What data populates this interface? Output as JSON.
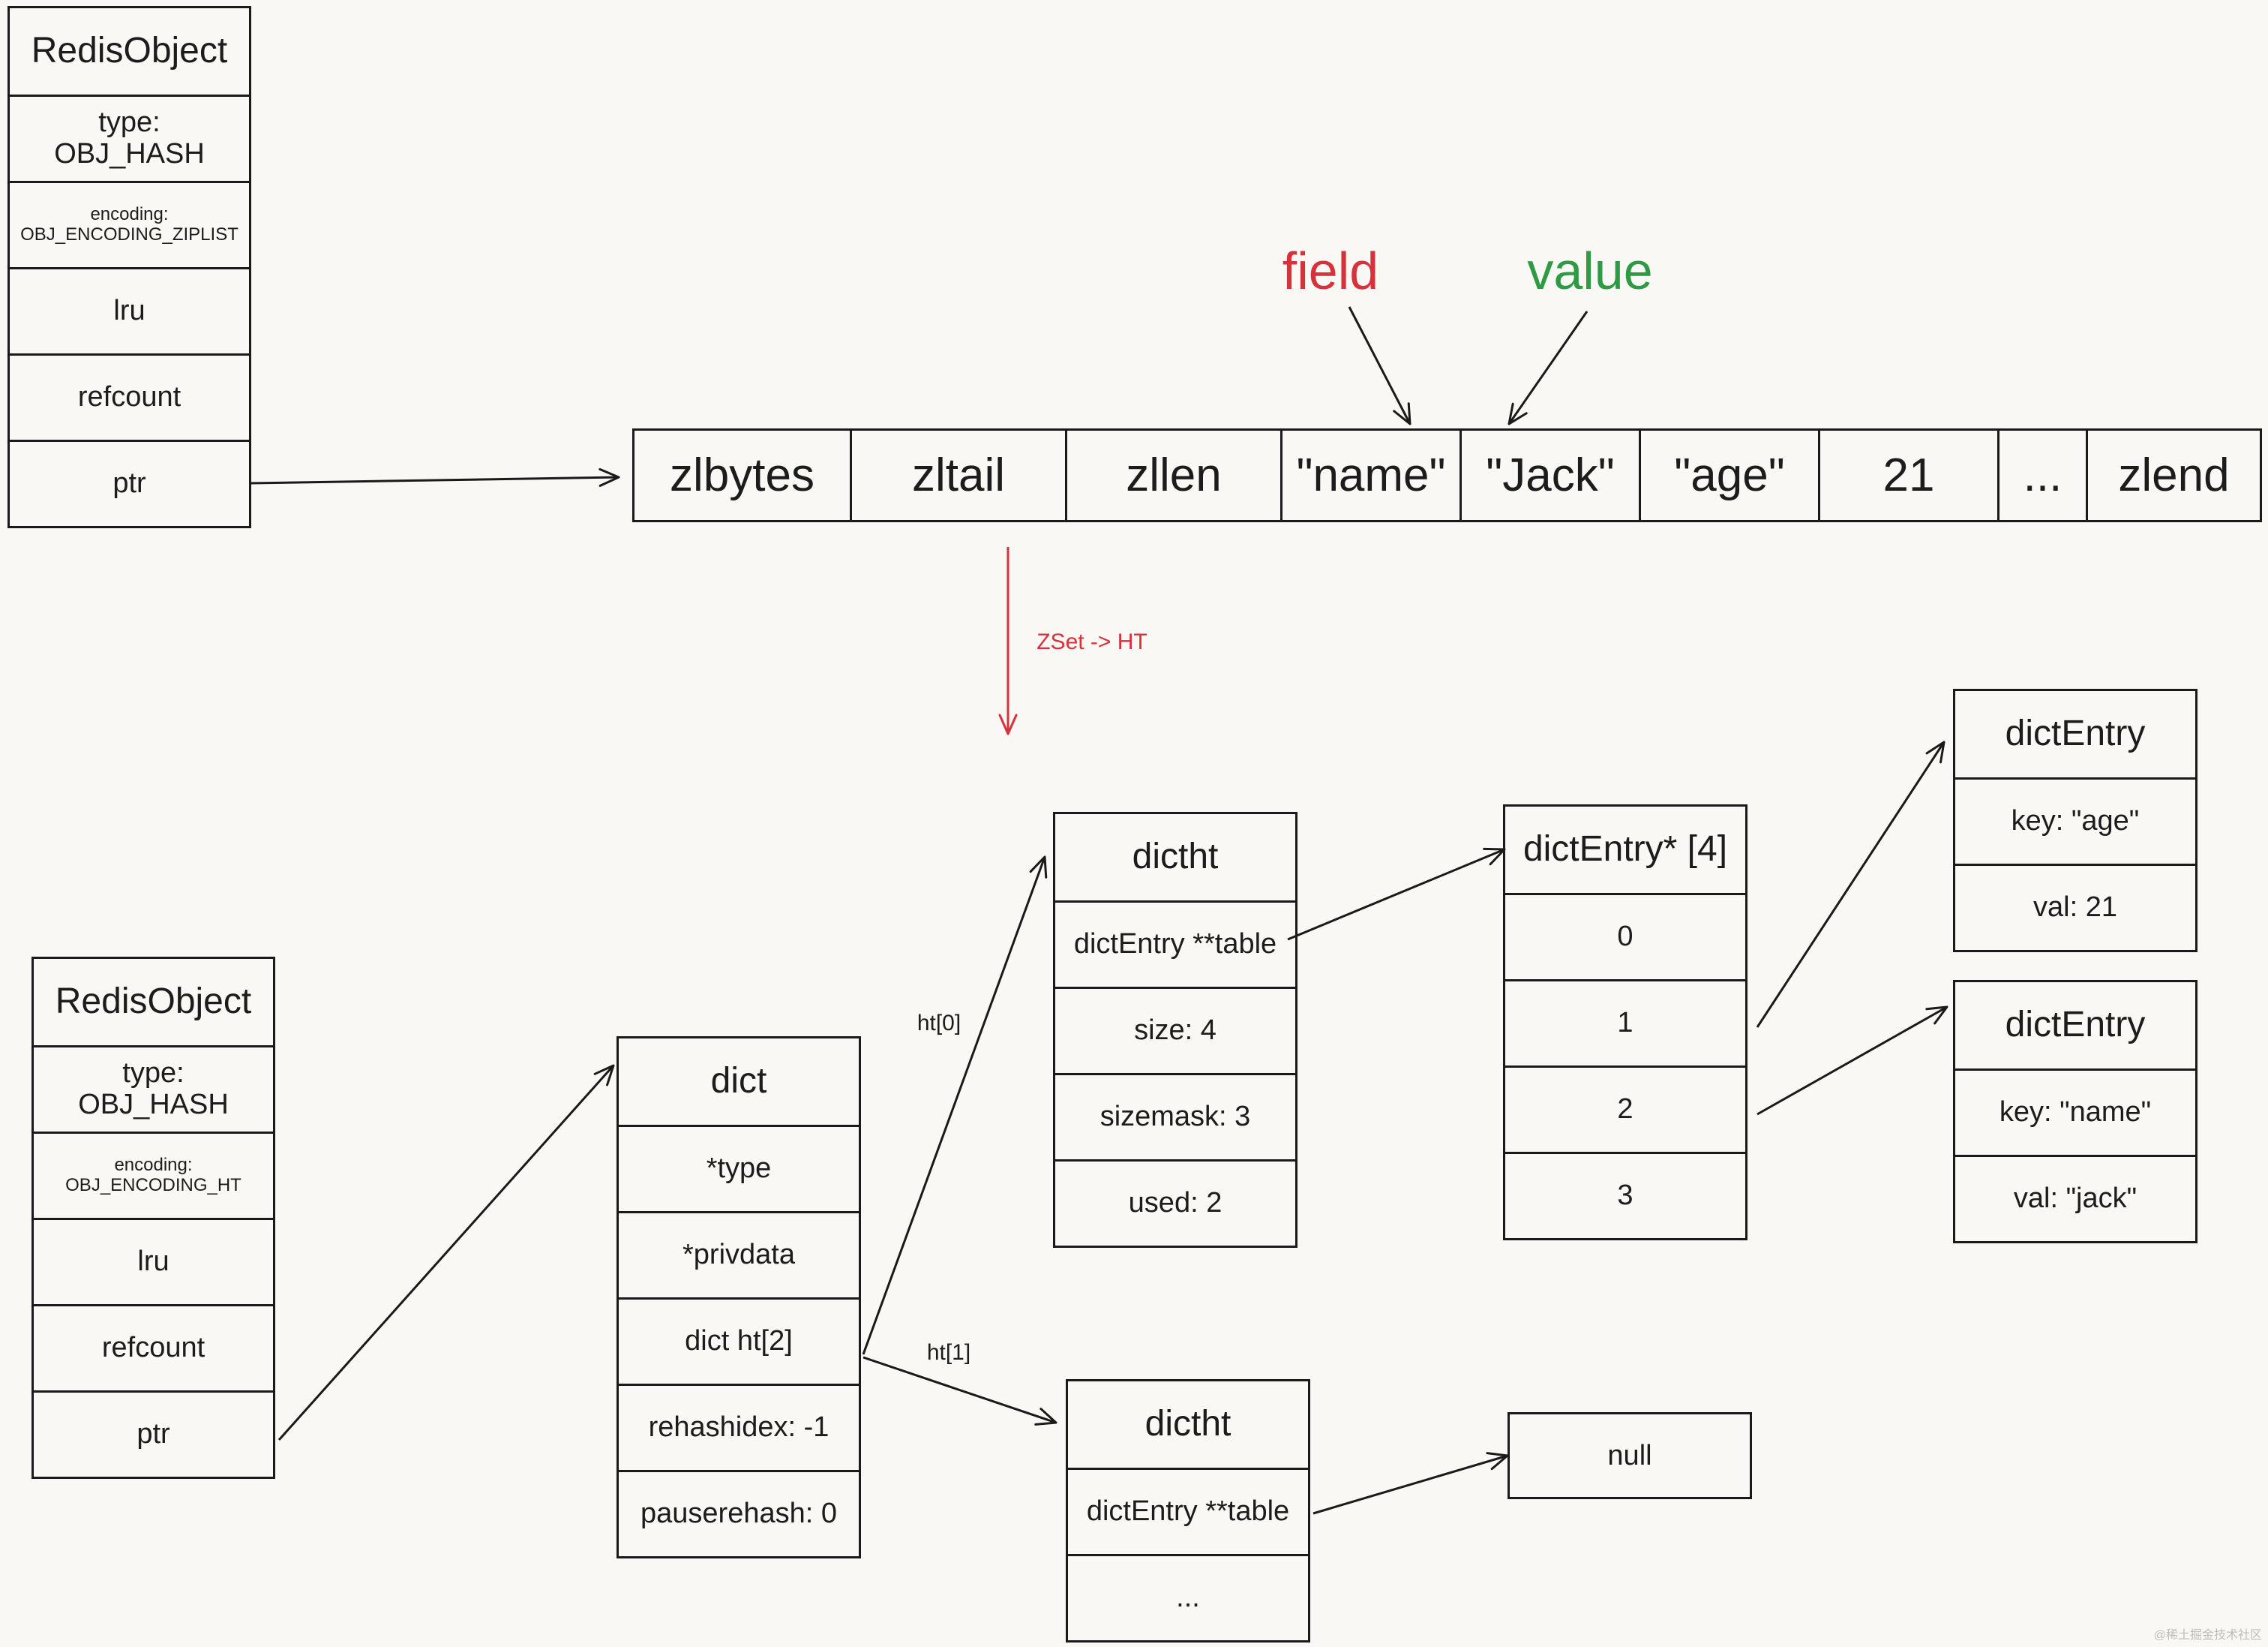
{
  "redis_object_ziplist": {
    "title": "RedisObject",
    "type_label": "type:",
    "type_value": "OBJ_HASH",
    "encoding_label": "encoding:",
    "encoding_value": "OBJ_ENCODING_ZIPLIST",
    "lru": "lru",
    "refcount": "refcount",
    "ptr": "ptr"
  },
  "ziplist": {
    "cells": [
      "zlbytes",
      "zltail",
      "zllen",
      "\"name\"",
      "\"Jack\"",
      "\"age\"",
      "21",
      "...",
      "zlend"
    ]
  },
  "annotations": {
    "field": "field",
    "value": "value",
    "conversion": "ZSet -> HT",
    "ht0": "ht[0]",
    "ht1": "ht[1]"
  },
  "redis_object_ht": {
    "title": "RedisObject",
    "type_label": "type:",
    "type_value": "OBJ_HASH",
    "encoding_label": "encoding:",
    "encoding_value": "OBJ_ENCODING_HT",
    "lru": "lru",
    "refcount": "refcount",
    "ptr": "ptr"
  },
  "dict": {
    "title": "dict",
    "fields": [
      "*type",
      "*privdata",
      "dict ht[2]",
      "rehashidex: -1",
      "pauserehash: 0"
    ]
  },
  "dictht_0": {
    "title": "dictht",
    "fields": [
      "dictEntry **table",
      "size: 4",
      "sizemask: 3",
      "used: 2"
    ]
  },
  "dictht_1": {
    "title": "dictht",
    "fields": [
      "dictEntry **table",
      "..."
    ]
  },
  "bucket_array": {
    "title": "dictEntry* [4]",
    "slots": [
      "0",
      "1",
      "2",
      "3"
    ]
  },
  "dict_entries": [
    {
      "title": "dictEntry",
      "key": "key: \"age\"",
      "val": "val: 21"
    },
    {
      "title": "dictEntry",
      "key": "key: \"name\"",
      "val": "val: \"jack\""
    }
  ],
  "null_box": "null",
  "watermark": "@稀土掘金技术社区",
  "colors": {
    "background": "#faf8f5",
    "line": "#1a1a1a",
    "field": "#d7323c",
    "value": "#2f9a44",
    "conversion": "#d7323c"
  }
}
